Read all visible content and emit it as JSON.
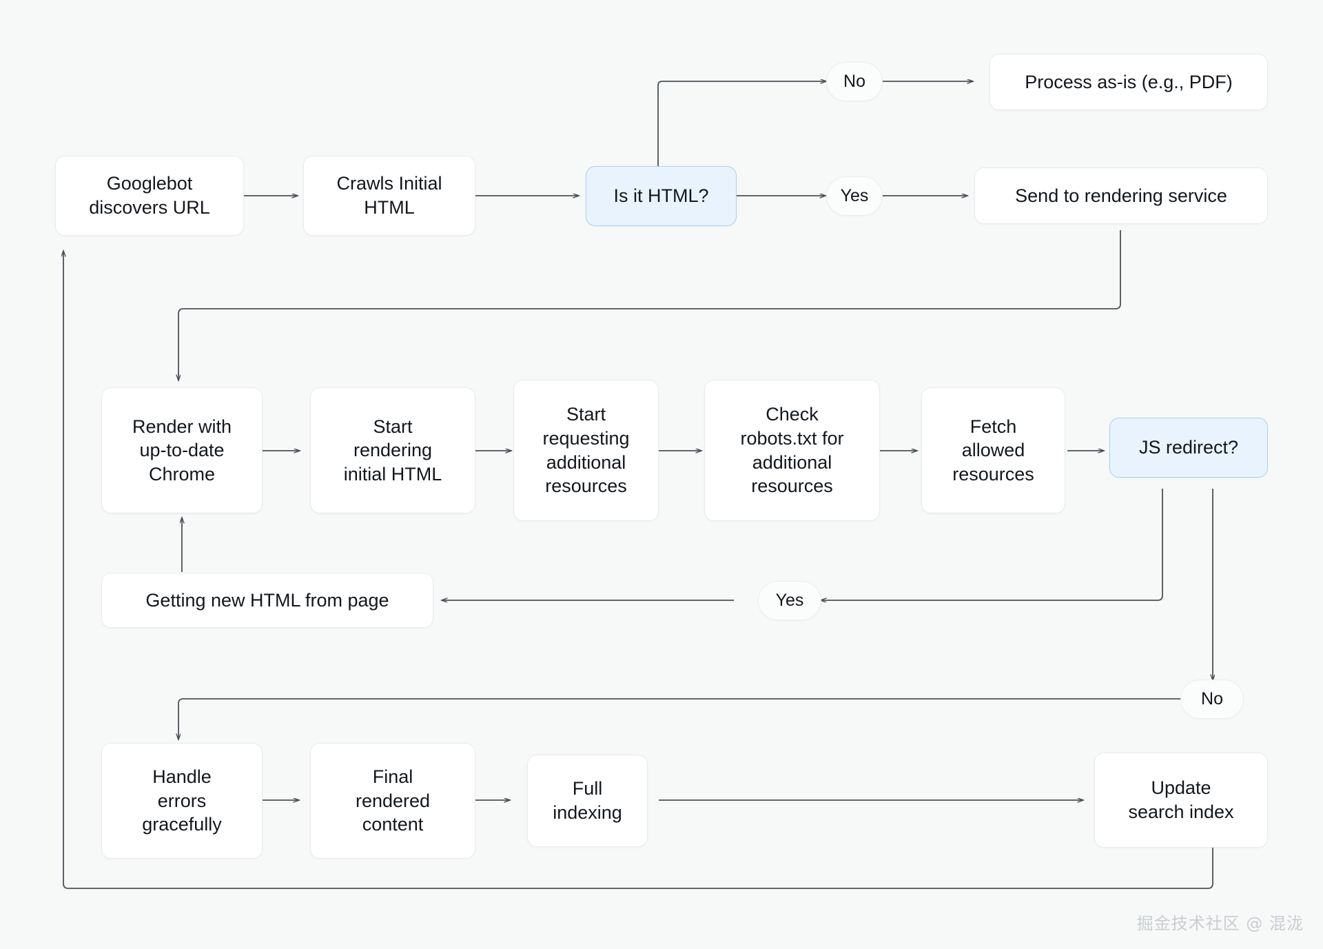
{
  "diagram": {
    "title": "Googlebot crawling and rendering flowchart",
    "background_color": "#f7f8f8",
    "node_fill": "#ffffff",
    "node_border": "#e8eaec",
    "decision_fill": "#e9f3fd",
    "decision_border": "#a9cff0",
    "edge_color": "#4a5157",
    "text_color": "#12171c"
  },
  "nodes": {
    "googlebot_discovers_url": "Googlebot\ndiscovers URL",
    "crawls_initial_html": "Crawls Initial\nHTML",
    "is_it_html": "Is it HTML?",
    "process_as_is": "Process as-is (e.g., PDF)",
    "send_to_rendering_service": "Send to rendering service",
    "render_with_chrome": "Render with\nup-to-date\nChrome",
    "start_rendering_initial_html": "Start\nrendering\ninitial HTML",
    "start_requesting_additional_resources": "Start\nrequesting\nadditional\nresources",
    "check_robots_txt": "Check\nrobots.txt for\nadditional\nresources",
    "fetch_allowed_resources": "Fetch\nallowed\nresources",
    "js_redirect": "JS redirect?",
    "getting_new_html": "Getting new HTML from page",
    "handle_errors": "Handle\nerrors\ngracefully",
    "final_rendered_content": "Final\nrendered\ncontent",
    "full_indexing": "Full\nindexing",
    "update_search_index": "Update\nsearch index"
  },
  "edge_labels": {
    "html_no": "No",
    "html_yes": "Yes",
    "js_redirect_yes": "Yes",
    "js_redirect_no": "No"
  },
  "watermark": "掘金技术社区 @ 混泷"
}
